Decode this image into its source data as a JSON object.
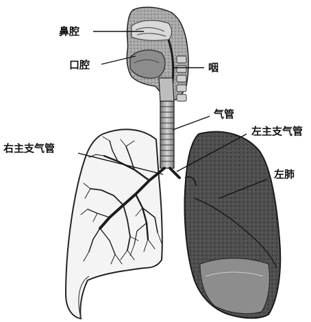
{
  "labels": {
    "nasal_cavity": "鼻腔",
    "oral_cavity": "口腔",
    "pharynx": "咽",
    "trachea": "气管",
    "right_main_bronchus": "右主支气管",
    "left_main_bronchus": "左主支气管",
    "left_lung": "左肺"
  },
  "colors": {
    "ink": "#111111",
    "lung_dark": "#4a4a4a",
    "lung_light": "#f4f4f4",
    "tissue": "#9a9a9a"
  }
}
